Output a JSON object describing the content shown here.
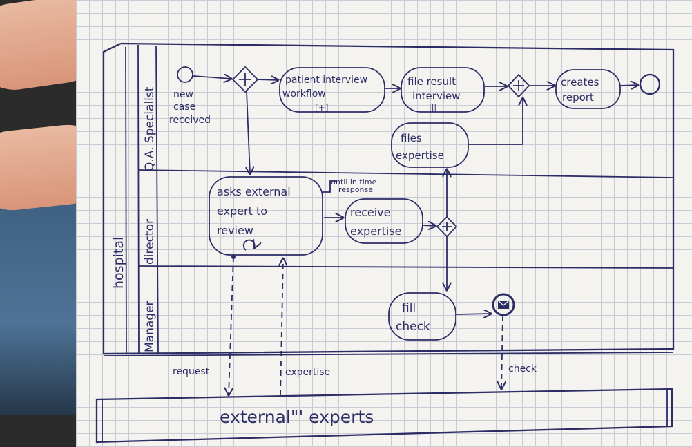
{
  "pool": "hospital",
  "lanes": {
    "qa": "Q.A. Specialist",
    "director": "director",
    "manager": "Manager"
  },
  "start_event_label": [
    "new",
    "case",
    "received"
  ],
  "tasks": {
    "patient_interview": [
      "patient interview",
      "workflow"
    ],
    "patient_interview_marker": "[+]",
    "file_result": [
      "file result",
      "interview"
    ],
    "file_result_marker": "|||",
    "create_report": [
      "creates",
      "report"
    ],
    "files_expertise": [
      "files",
      "expertise"
    ],
    "ask_expert": [
      "asks external",
      "expert to",
      "review"
    ],
    "receive_expertise": [
      "receive",
      "expertise"
    ],
    "fill_check": [
      "fill",
      "check"
    ]
  },
  "timer_annotation": [
    "until in time",
    "response"
  ],
  "message_flows": {
    "request": "request",
    "expertise": "expertise",
    "check": "check"
  },
  "external_pool": "external\"' experts",
  "colors": {
    "ink": "#2d2d66",
    "paper": "#f4f3f0",
    "grid": "#c9cbd4"
  }
}
